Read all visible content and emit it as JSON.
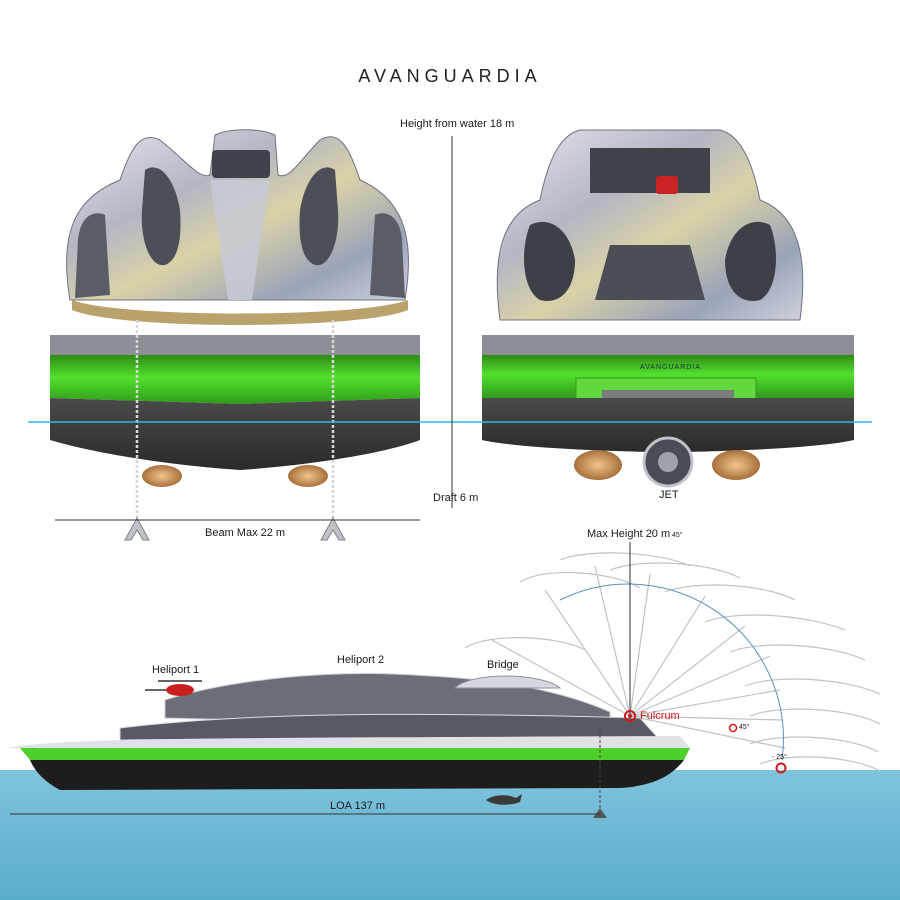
{
  "title": "AVANGUARDIA",
  "front_view": {
    "height_label": "Height from water 18 m",
    "draft_label": "Draft 6 m",
    "beam_label": "Beam Max 22 m"
  },
  "rear_view": {
    "jet_label": "JET",
    "hull_lettering": "AVANGUARDIA"
  },
  "side_view": {
    "max_height_label": "Max Height 20 m",
    "max_height_angle": "45°",
    "heliport1_label": "Heliport 1",
    "heliport2_label": "Heliport 2",
    "bridge_label": "Bridge",
    "fulcrum_label": "Fulcrum",
    "angle_mid_label": "45°",
    "angle_low_label": "- 25°",
    "loa_label": "LOA  137 m"
  },
  "colors": {
    "hull_green": "#49d12a",
    "hull_dark": "#3a3a3a",
    "waterline": "#2fb6e6",
    "sea": "#6ab7d3",
    "fulcrum_red": "#d21818",
    "propeller": "#c9955b"
  }
}
